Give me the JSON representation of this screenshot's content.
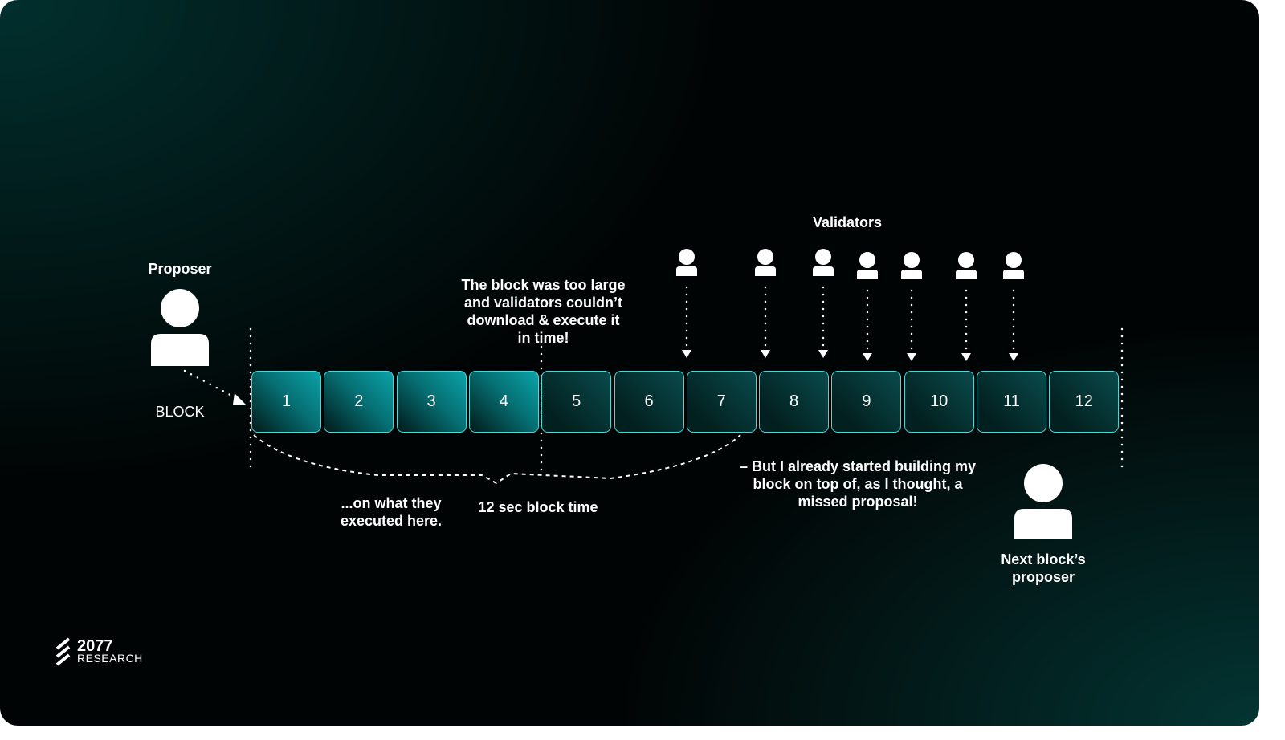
{
  "labels": {
    "proposer": "Proposer",
    "block": "BLOCK",
    "validators": "Validators",
    "too_large": "The block was too large and validators couldn’t download & execute it in time!",
    "executed_here": "...on what they executed here.",
    "block_time": "12 sec block time",
    "missed": "– But I already started building my block on top of, as I thought, a missed proposal!",
    "next_proposer": "Next block’s proposer"
  },
  "blocks": [
    "1",
    "2",
    "3",
    "4",
    "5",
    "6",
    "7",
    "8",
    "9",
    "10",
    "11",
    "12"
  ],
  "highlighted_blocks": 4,
  "logo": {
    "name": "2077",
    "sub": "RESEARCH"
  },
  "colors": {
    "accent": "#0aa3a8",
    "border": "#4fd6d6"
  }
}
